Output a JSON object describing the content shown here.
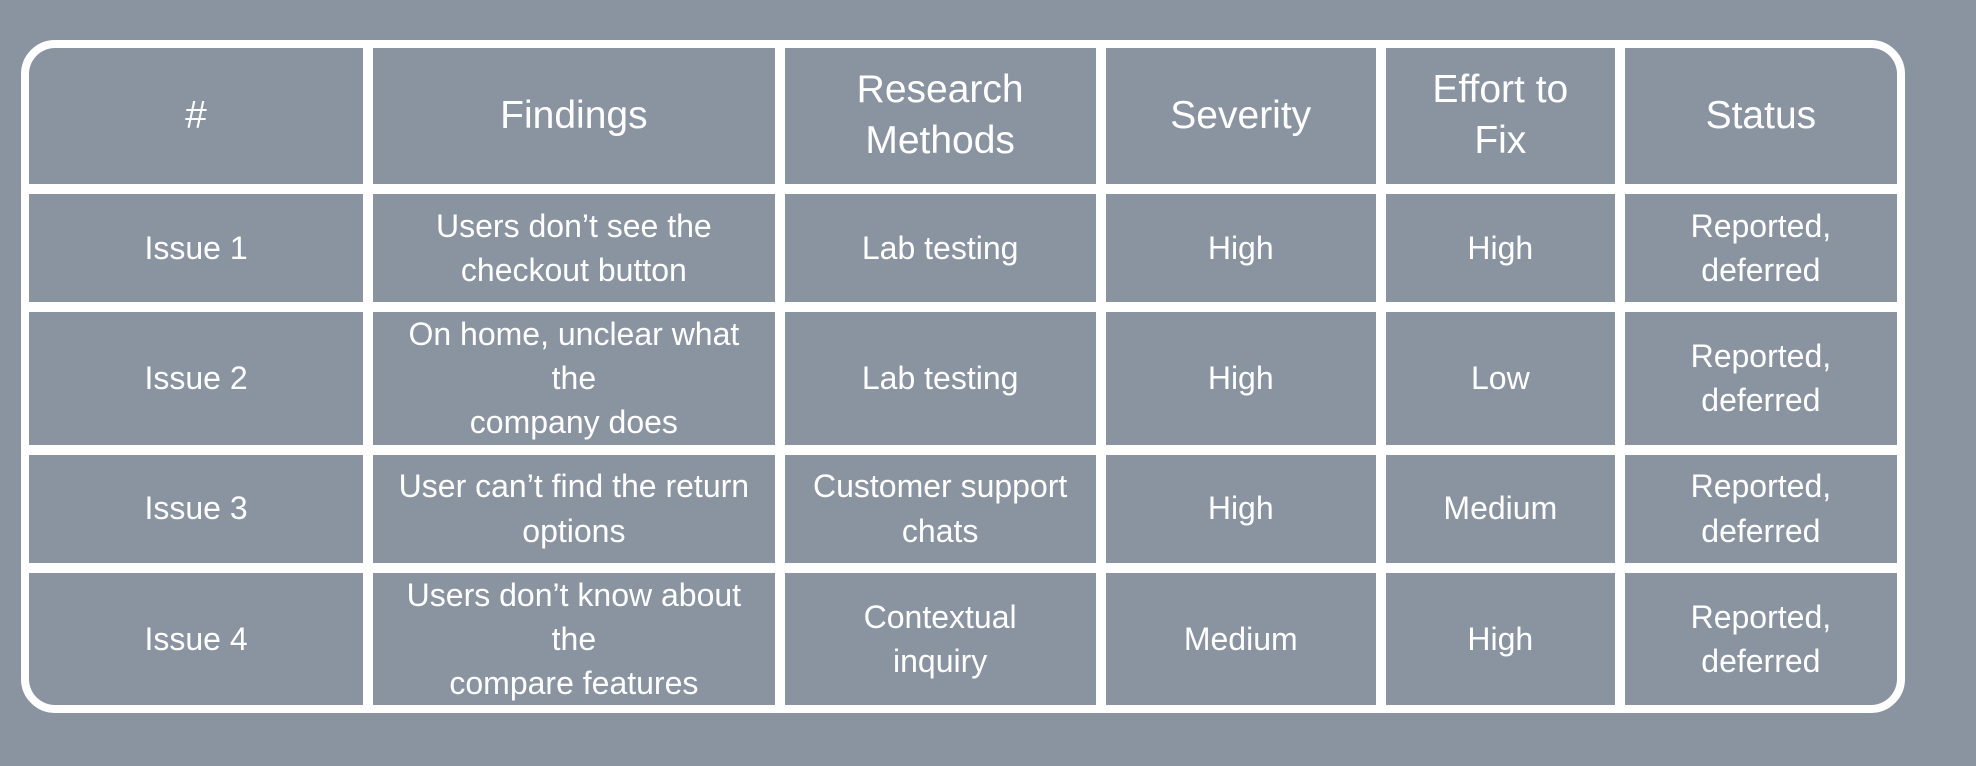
{
  "colors": {
    "page_background": "#8A94A1",
    "cell_background": "#8A94A1",
    "divider_and_frame": "#FFFFFF",
    "text": "#FFFFFF"
  },
  "table": {
    "headers": {
      "number": "#",
      "findings": "Findings",
      "research_methods": "Research\nMethods",
      "severity": "Severity",
      "effort_to_fix": "Effort to\nFix",
      "status": "Status"
    },
    "rows": [
      {
        "number": "Issue 1",
        "finding": "Users don’t see the\ncheckout button",
        "research_method": "Lab testing",
        "severity": "High",
        "effort_to_fix": "High",
        "status": "Reported,\ndeferred"
      },
      {
        "number": "Issue 2",
        "finding": "On home, unclear what the\ncompany does",
        "research_method": "Lab testing",
        "severity": "High",
        "effort_to_fix": "Low",
        "status": "Reported,\ndeferred"
      },
      {
        "number": "Issue 3",
        "finding": "User can’t find the return\noptions",
        "research_method": "Customer support\nchats",
        "severity": "High",
        "effort_to_fix": "Medium",
        "status": "Reported,\ndeferred"
      },
      {
        "number": "Issue 4",
        "finding": "Users don’t know about the\ncompare features",
        "research_method": "Contextual\ninquiry",
        "severity": "Medium",
        "effort_to_fix": "High",
        "status": "Reported,\ndeferred"
      }
    ]
  }
}
